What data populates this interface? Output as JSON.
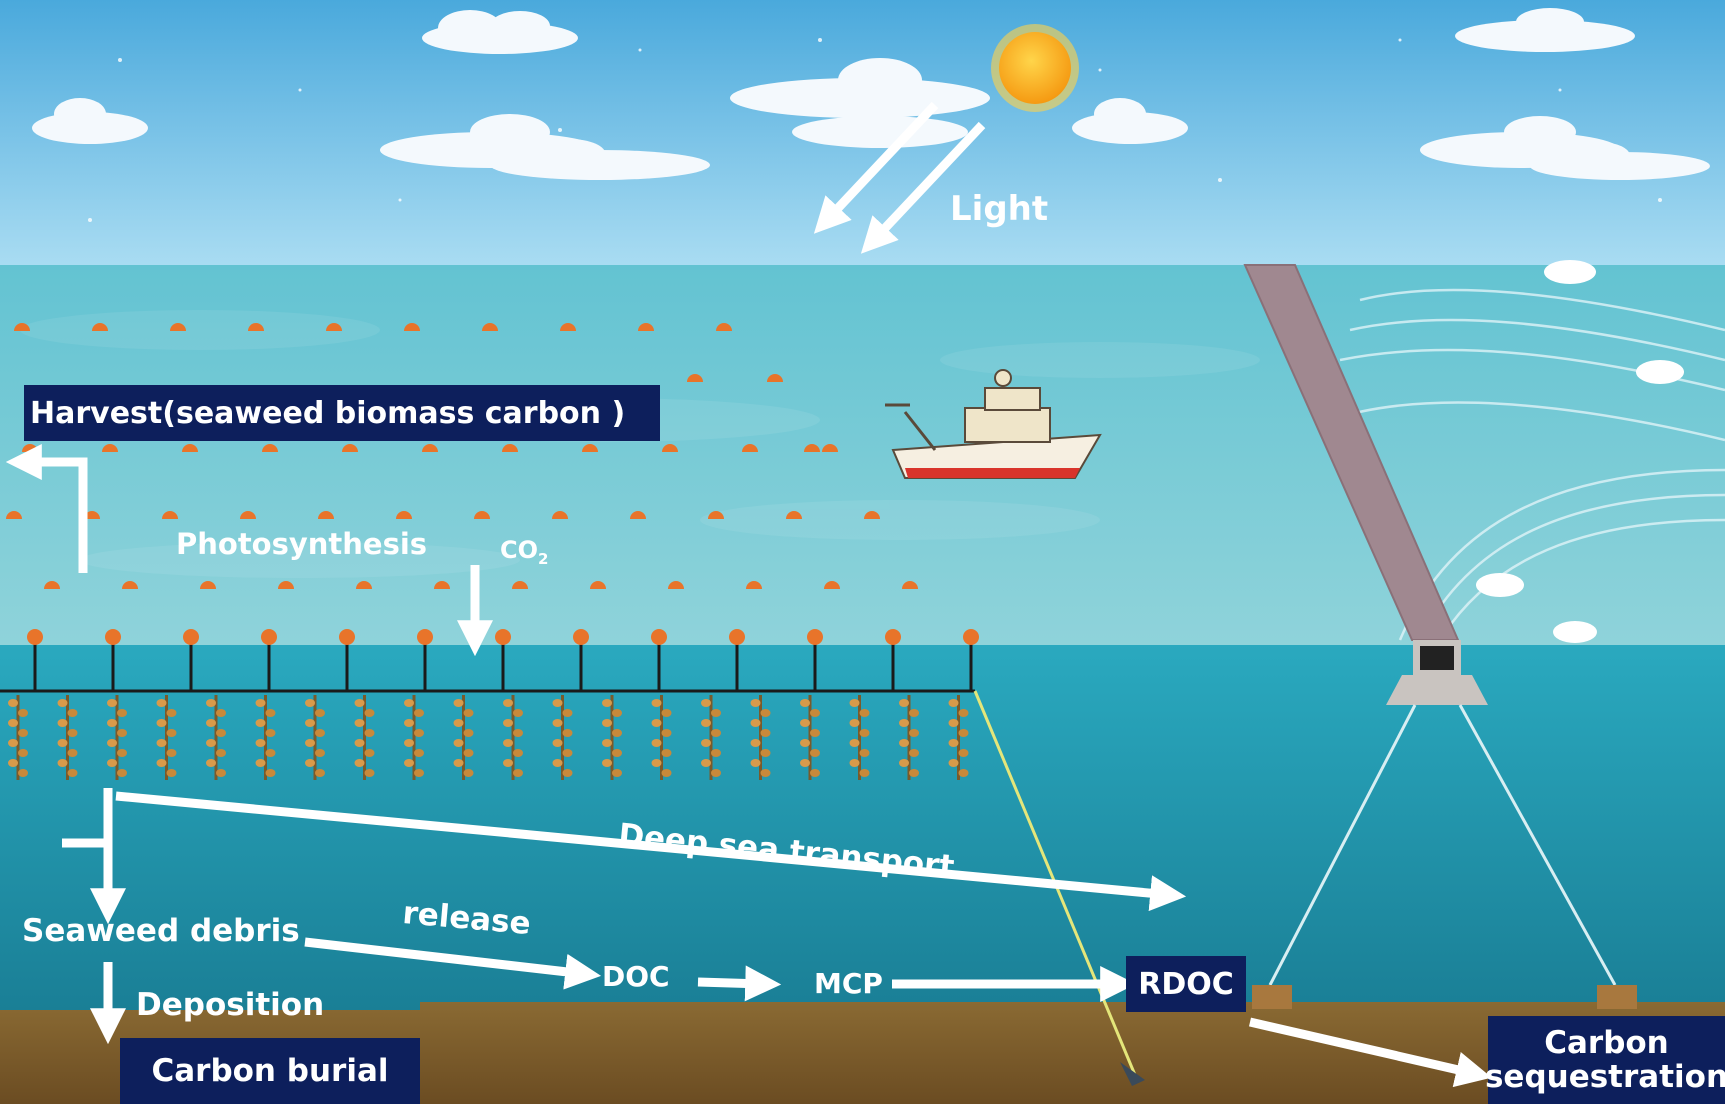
{
  "labels": {
    "light": "Light",
    "harvest": "Harvest(seaweed biomass carbon )",
    "photosynthesis": "Photosynthesis",
    "co2_main": "CO",
    "co2_sub": "2",
    "deep_sea_transport": "Deep sea transport",
    "release": "release",
    "seaweed_debris": "Seaweed debris",
    "deposition": "Deposition",
    "doc": "DOC",
    "mcp": "MCP",
    "rdoc": "RDOC",
    "carbon_burial": "Carbon burial",
    "carbon_sequestration_line1": "Carbon",
    "carbon_sequestration_line2": "sequestration"
  },
  "colors": {
    "sky_top": "#4aa9dc",
    "sky_bottom": "#a9dcf2",
    "sea_surface": "#5dc1cf",
    "deep_water": "#1f8fa6",
    "seabed": "#7a5a2a",
    "label_box": "#0d1f5c",
    "arrow": "#ffffff",
    "buoy": "#e8742a",
    "sun": "#f9a51a"
  }
}
